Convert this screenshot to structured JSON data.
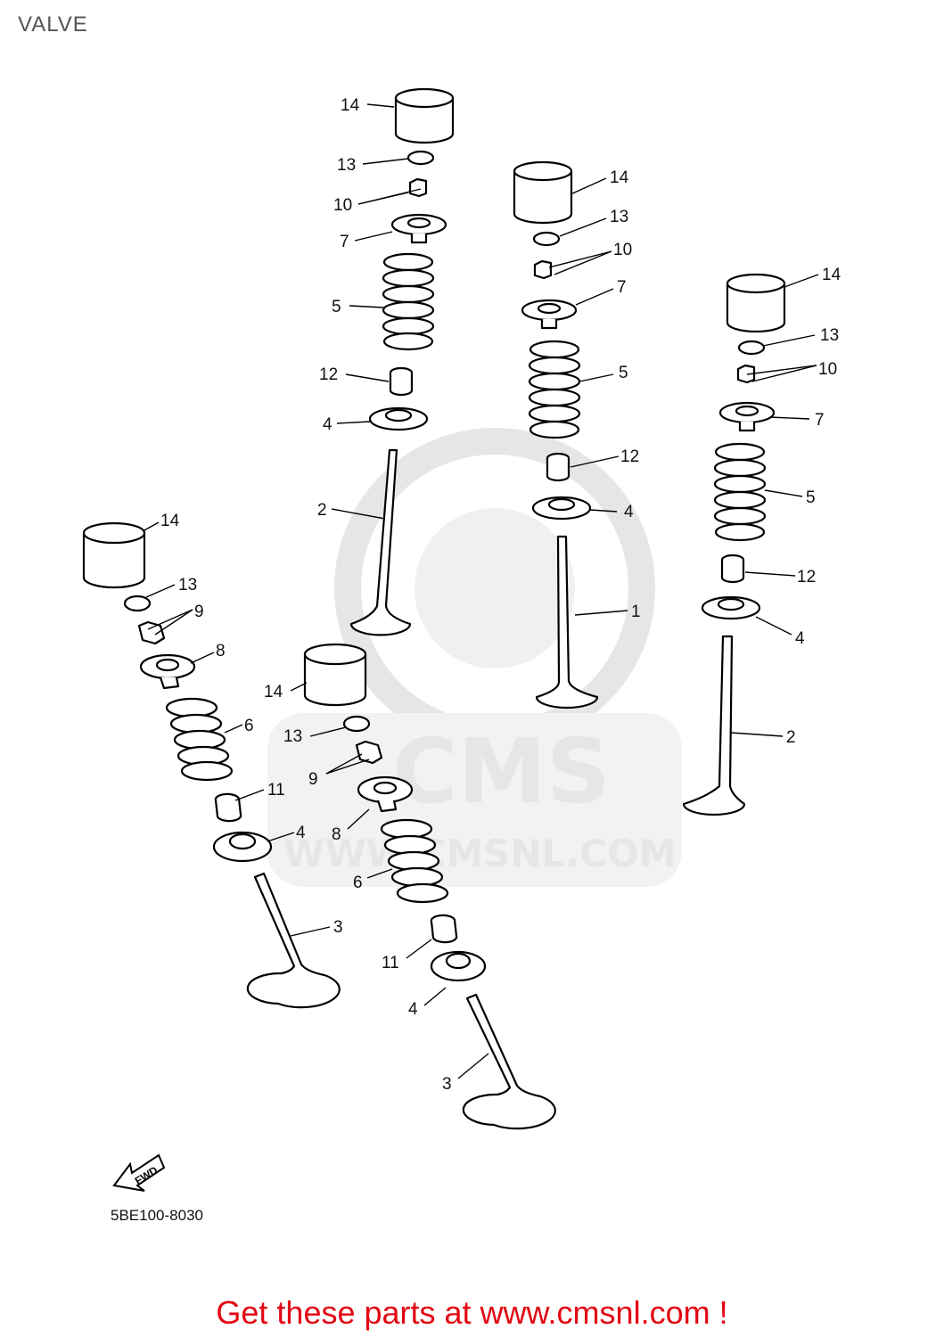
{
  "title": "VALVE",
  "diagram_code": "5BE100-8030",
  "footer": "Get these parts at www.cmsnl.com !",
  "watermark": {
    "logo": "CMS",
    "url": "WWW.CMSNL.COM"
  },
  "fwd_label": "FWD",
  "colors": {
    "footer": "#e30613",
    "watermark": "#e6e6e6"
  },
  "callouts": {
    "c1_14": "14",
    "c1_13": "13",
    "c1_10": "10",
    "c1_7": "7",
    "c1_5": "5",
    "c1_12": "12",
    "c1_4": "4",
    "c1_2": "2",
    "c2_14": "14",
    "c2_13": "13",
    "c2_10": "10",
    "c2_7": "7",
    "c2_5": "5",
    "c2_12": "12",
    "c2_4": "4",
    "c2_1": "1",
    "c3_14": "14",
    "c3_13": "13",
    "c3_10": "10",
    "c3_7": "7",
    "c3_5": "5",
    "c3_12": "12",
    "c3_4": "4",
    "c3_2": "2",
    "c4_14": "14",
    "c4_13": "13",
    "c4_9": "9",
    "c4_8": "8",
    "c4_6": "6",
    "c4_11": "11",
    "c4_4": "4",
    "c4_3": "3",
    "c5_14": "14",
    "c5_13": "13",
    "c5_9": "9",
    "c5_8": "8",
    "c5_6": "6",
    "c5_11": "11",
    "c5_4": "4",
    "c5_3": "3"
  }
}
